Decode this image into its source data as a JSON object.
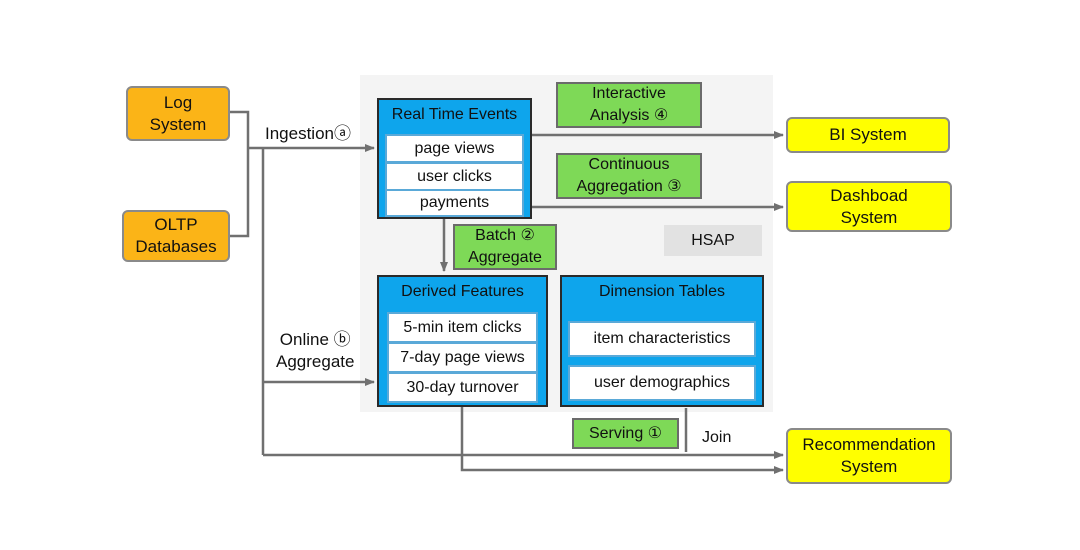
{
  "sources": {
    "log_system": "Log\nSystem",
    "oltp_databases": "OLTP\nDatabases"
  },
  "labels": {
    "ingestion": "Ingestionⓐ",
    "online_aggregate": "Online ⓑ\nAggregate",
    "join": "Join"
  },
  "hsap": "HSAP",
  "real_time_events": {
    "title": "Real Time Events",
    "items": [
      "page views",
      "user clicks",
      "payments"
    ]
  },
  "derived_features": {
    "title": "Derived Features",
    "items": [
      "5-min item clicks",
      "7-day page views",
      "30-day turnover"
    ]
  },
  "dimension_tables": {
    "title": "Dimension Tables",
    "items": [
      "item characteristics",
      "user demographics"
    ]
  },
  "steps": {
    "interactive_analysis": "Interactive\nAnalysis ④",
    "continuous_aggregation": "Continuous\nAggregation ③",
    "batch_aggregate": "Batch ②\nAggregate",
    "serving": "Serving ①"
  },
  "targets": {
    "bi_system": "BI System",
    "dashboard_system": "Dashboad\nSystem",
    "recommendation_system": "Recommendation\nSystem"
  },
  "colors": {
    "source_fill": "#fbb417",
    "target_fill": "#ffff00",
    "step_fill": "#7ed957",
    "table_fill": "#0ea5ec",
    "arrow": "#707070"
  }
}
